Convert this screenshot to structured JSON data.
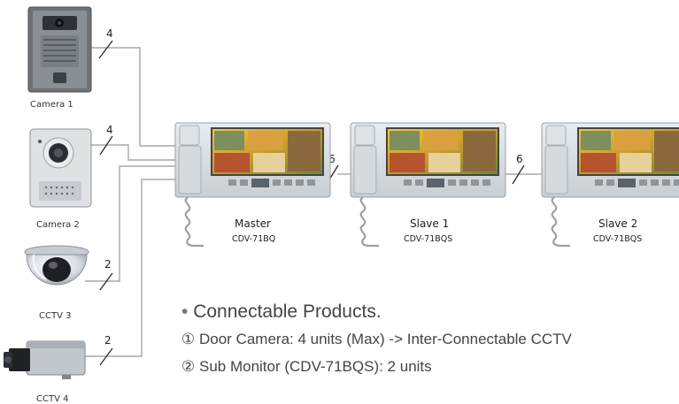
{
  "devices": {
    "camera1": "Camera 1",
    "camera2": "Camera 2",
    "cctv3": "CCTV 3",
    "cctv4": "CCTV 4"
  },
  "monitors": {
    "master": {
      "name": "Master",
      "model": "CDV-71BQ"
    },
    "slave1": {
      "name": "Slave 1",
      "model": "CDV-71BQS"
    },
    "slave2": {
      "name": "Slave 2",
      "model": "CDV-71BQS"
    }
  },
  "wires": {
    "camera1": "4",
    "camera2": "4",
    "cctv3": "2",
    "cctv4": "2",
    "master_slave1": "6",
    "slave1_slave2": "6"
  },
  "info": {
    "heading": "Connectable Products.",
    "item1_marker": "①",
    "item1": "Door Camera: 4 units (Max) -> Inter-Connectable CCTV",
    "item2_marker": "②",
    "item2": "Sub Monitor (CDV-71BQS): 2 units"
  }
}
